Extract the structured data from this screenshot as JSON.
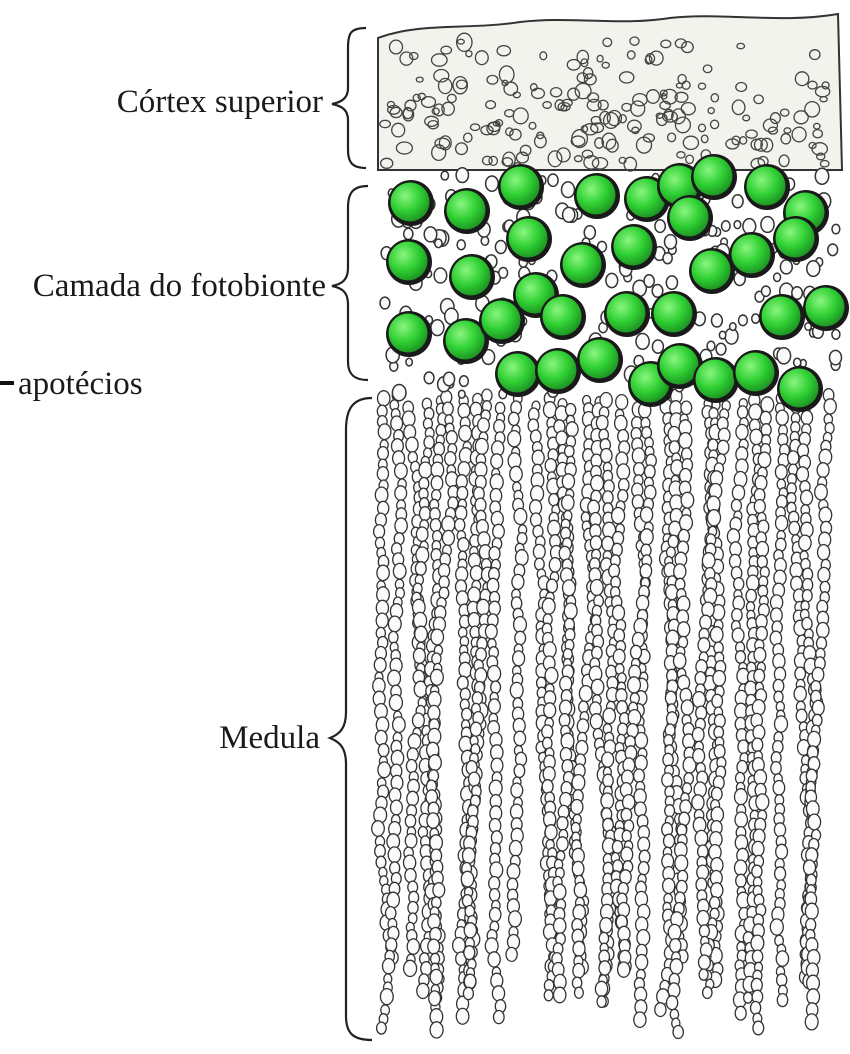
{
  "labels": {
    "cortex": "Córtex superior",
    "photobiont": "Camada do fotobionte",
    "apothecia": "apotécios",
    "medulla": "Medula"
  },
  "layers": [
    {
      "id": "cortex",
      "label": "Córtex superior"
    },
    {
      "id": "photobiont",
      "label": "Camada do fotobionte"
    },
    {
      "id": "medulla",
      "label": "Medula"
    }
  ],
  "colors": {
    "photobiont_cell": "#2fd033",
    "photobiont_highlight": "#6ff06a",
    "hypha_outline": "#3a3a3a",
    "cortex_fill": "#f2f2ee",
    "text": "#1a1a1a"
  }
}
